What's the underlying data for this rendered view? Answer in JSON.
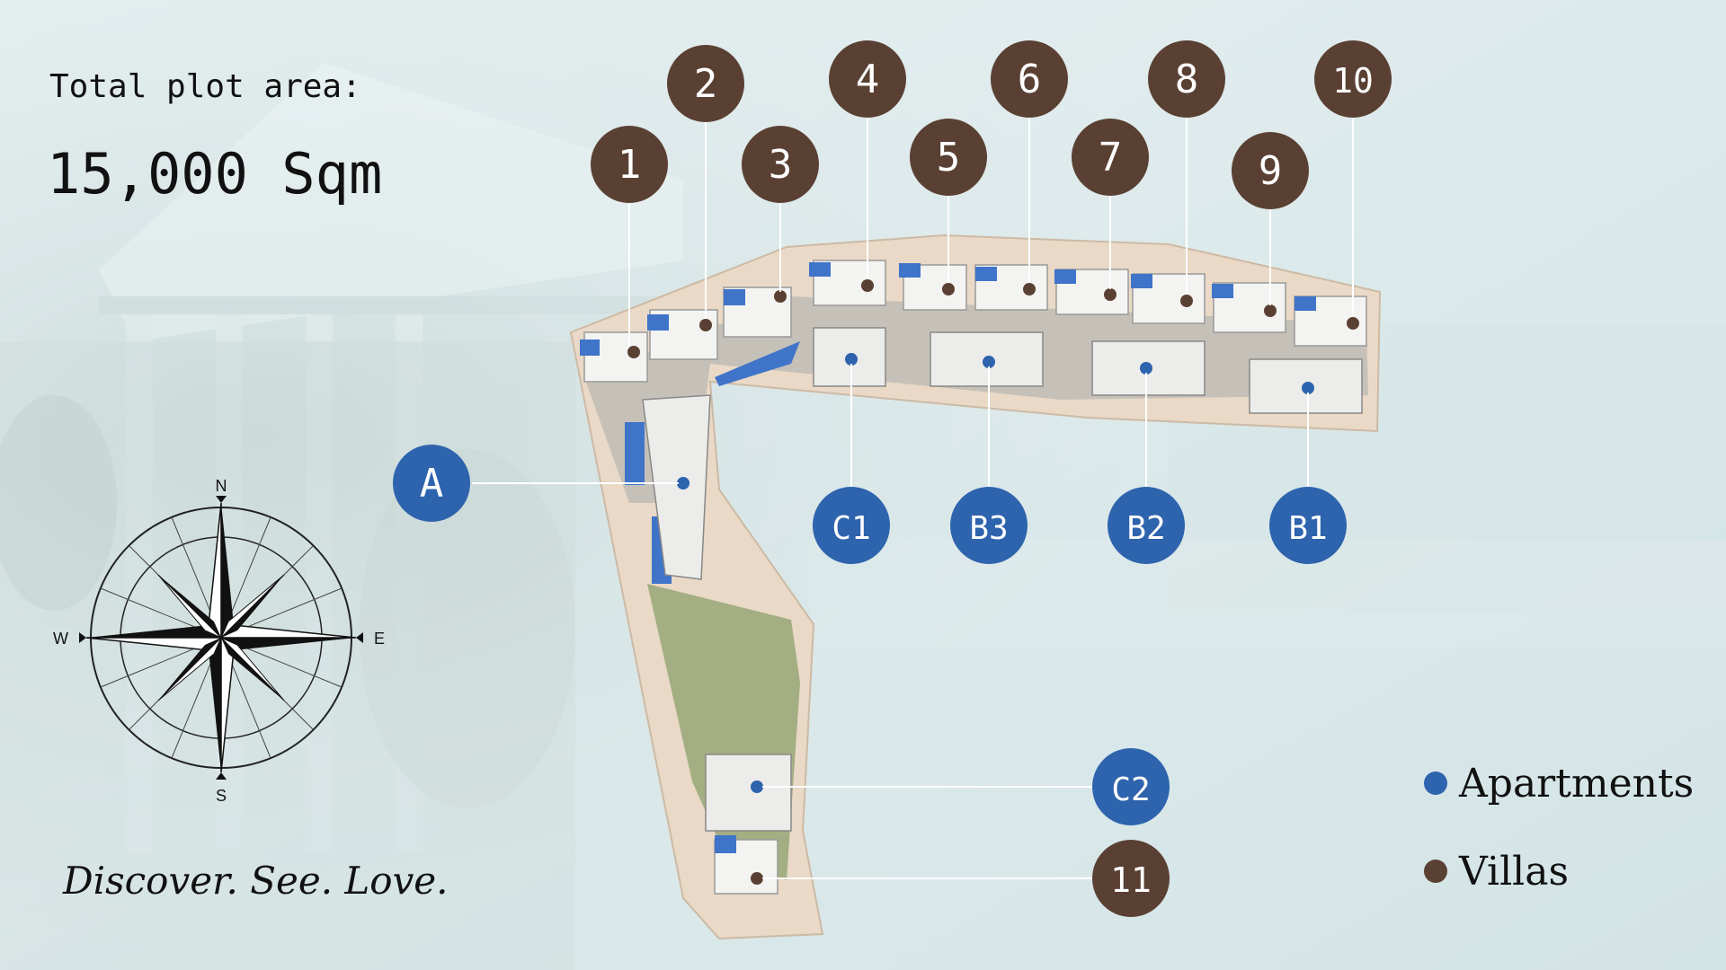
{
  "header": {
    "plot_area_label": "Total plot area:",
    "plot_area_value": "15,000 Sqm"
  },
  "tagline": "Discover. See. Love.",
  "compass": {
    "n": "N",
    "e": "E",
    "s": "S",
    "w": "W"
  },
  "legend": {
    "apartments": {
      "label": "Apartments",
      "color": "#2e63ad"
    },
    "villas": {
      "label": "Villas",
      "color": "#5a4033"
    }
  },
  "colors": {
    "background": "#dfeaec",
    "villa_circle": "#5a4033",
    "apartment_circle": "#2e63ad",
    "circle_text": "#ffffff",
    "pool": "#3f74c9",
    "leader_line": "#ffffff"
  },
  "villa_labels": [
    "1",
    "2",
    "3",
    "4",
    "5",
    "6",
    "7",
    "8",
    "9",
    "10",
    "11"
  ],
  "apartment_labels": [
    "A",
    "C1",
    "B3",
    "B2",
    "B1",
    "C2"
  ]
}
